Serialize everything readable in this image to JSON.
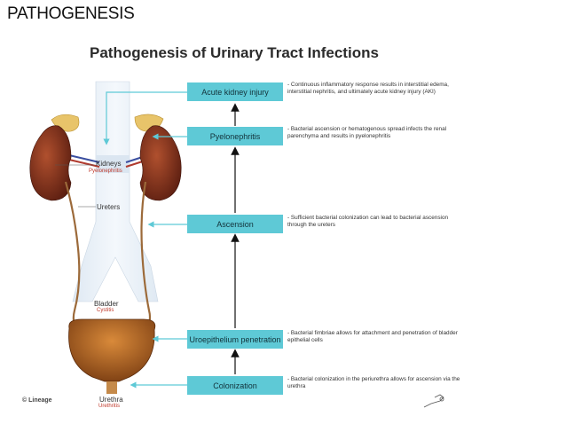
{
  "slide_title": "PATHOGENESIS",
  "figure_title": "Pathogenesis of Urinary Tract Infections",
  "stages": [
    {
      "label": "Acute kidney injury",
      "description": "- Continuous inflammatory response results in interstitial edema, interstitial nephritis, and ultimately acute kidney injury (AKI)"
    },
    {
      "label": "Pyelonephritis",
      "description": "- Bacterial ascension or hematogenous spread infects the renal parenchyma and results in pyelonephritis"
    },
    {
      "label": "Ascension",
      "description": "- Sufficient bacterial colonization can lead to bacterial ascension through the ureters"
    },
    {
      "label": "Uroepithelium penetration",
      "description": "- Bacterial fimbriae allows for attachment and penetration of bladder epithelial cells"
    },
    {
      "label": "Colonization",
      "description": "- Bacterial colonization in the periurethra allows for ascension via the urethra"
    }
  ],
  "anatomy": {
    "kidneys": "Kidneys",
    "pyelonephritis": "Pyelonephritis",
    "ureters": "Ureters",
    "bladder": "Bladder",
    "cystitis": "Cystitis",
    "urethra": "Urethra",
    "urethritis": "Urethritis"
  },
  "copyright": "© Lineage",
  "colors": {
    "stage_box": "#5ec9d6",
    "arrow_link": "#5ec9d6",
    "kidney": "#7a2f1c",
    "bladder": "#b5651d"
  }
}
